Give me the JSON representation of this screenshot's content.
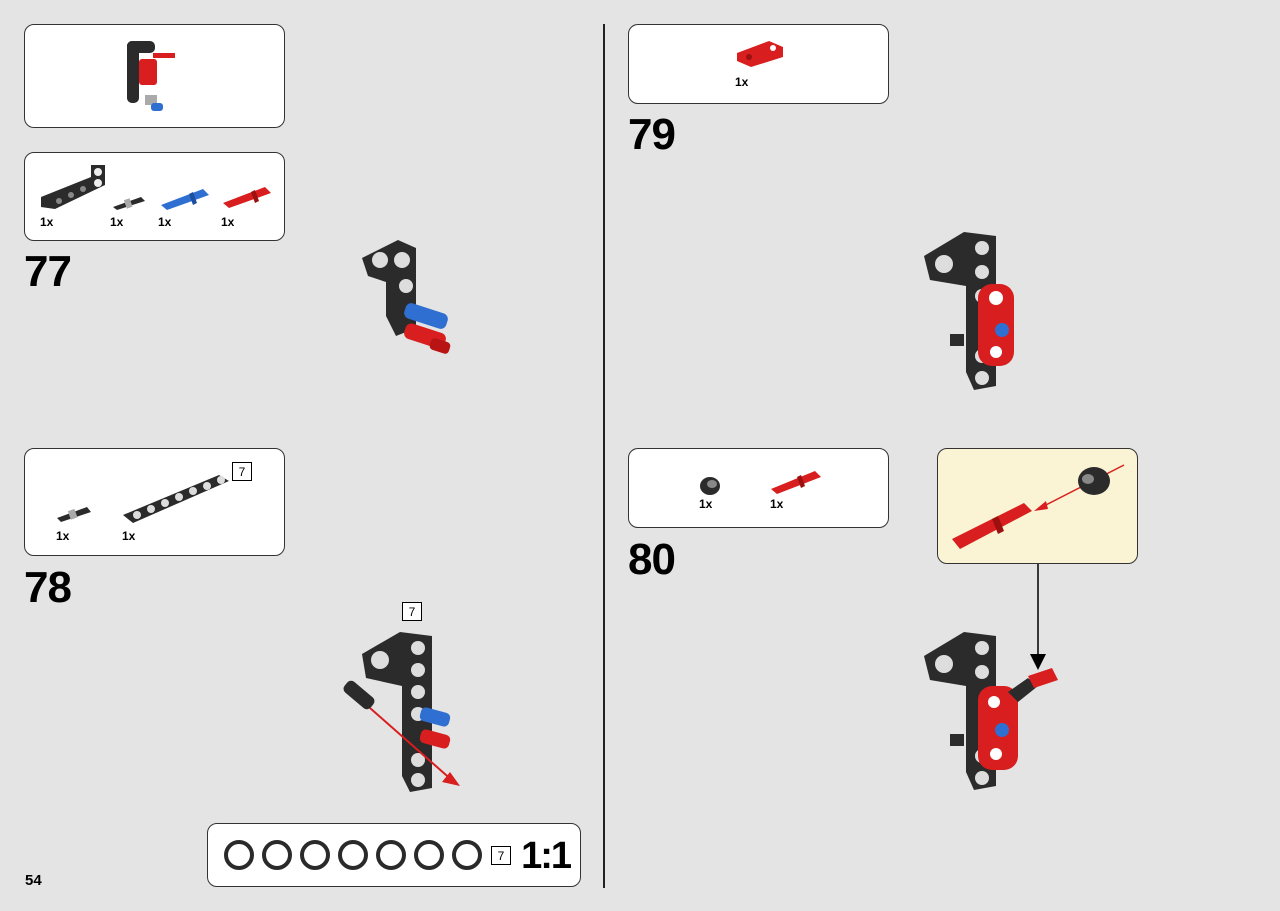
{
  "page": {
    "page_number": "54"
  },
  "steps": {
    "step77": {
      "number": "77",
      "parts": [
        "1x",
        "1x",
        "1x",
        "1x"
      ]
    },
    "step78": {
      "number": "78",
      "parts": [
        "1x",
        "1x"
      ],
      "beam_length": "7",
      "model_beam_length": "7"
    },
    "step79": {
      "number": "79",
      "parts": [
        "1x"
      ]
    },
    "step80": {
      "number": "80",
      "parts": [
        "1x",
        "1x"
      ]
    }
  },
  "scale_ruler": {
    "beam_length": "7",
    "scale_label": "1:1"
  },
  "colors": {
    "background": "#e4e4e4",
    "beam_black": "#2b2b2b",
    "part_red": "#d81e1e",
    "part_blue": "#2e6fd1",
    "callout_bg": "#fbf4d4"
  },
  "icons": [
    "technic-liftarm-icon",
    "connector-peg-icon",
    "axle-pin-icon",
    "axle-connector-icon",
    "bush-icon",
    "assembly-arrow-icon"
  ]
}
